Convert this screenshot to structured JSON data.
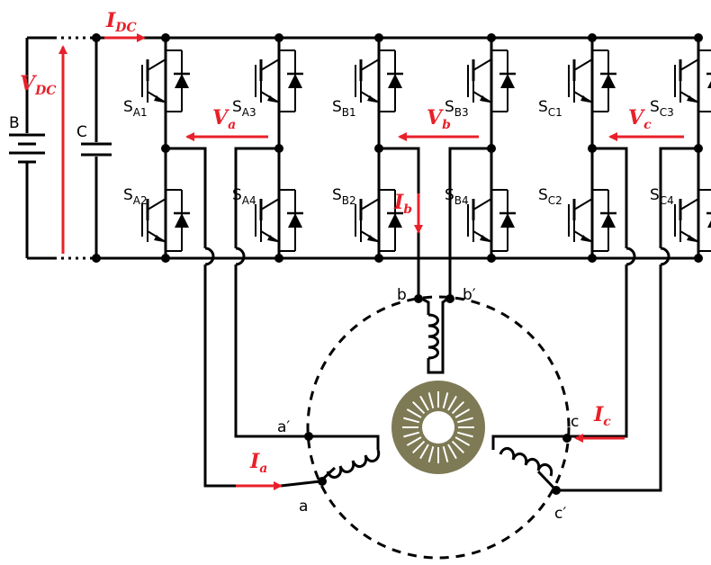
{
  "labels": {
    "battery": "B",
    "capacitor": "C",
    "switch_prefix": "S",
    "sA1": "A1",
    "sA2": "A2",
    "sA3": "A3",
    "sA4": "A4",
    "sB1": "B1",
    "sB2": "B2",
    "sB3": "B3",
    "sB4": "B4",
    "sC1": "C1",
    "sC2": "C2",
    "sC3": "C3",
    "sC4": "C4",
    "node_a": "a",
    "node_a_prime": "a′",
    "node_b": "b",
    "node_b_prime": "b′",
    "node_c": "c",
    "node_c_prime": "c′"
  },
  "red_labels": {
    "idc_main": "I",
    "idc_sub": "DC",
    "vdc_main": "V",
    "vdc_sub": "DC",
    "va_main": "V",
    "va_sub": "a",
    "vb_main": "V",
    "vb_sub": "b",
    "vc_main": "V",
    "vc_sub": "c",
    "ia_main": "I",
    "ia_sub": "a",
    "ib_main": "I",
    "ib_sub": "b",
    "ic_main": "I",
    "ic_sub": "c"
  },
  "colors": {
    "accent": "#e8202a",
    "wire": "#000000",
    "rotor": "#7d7a55"
  }
}
